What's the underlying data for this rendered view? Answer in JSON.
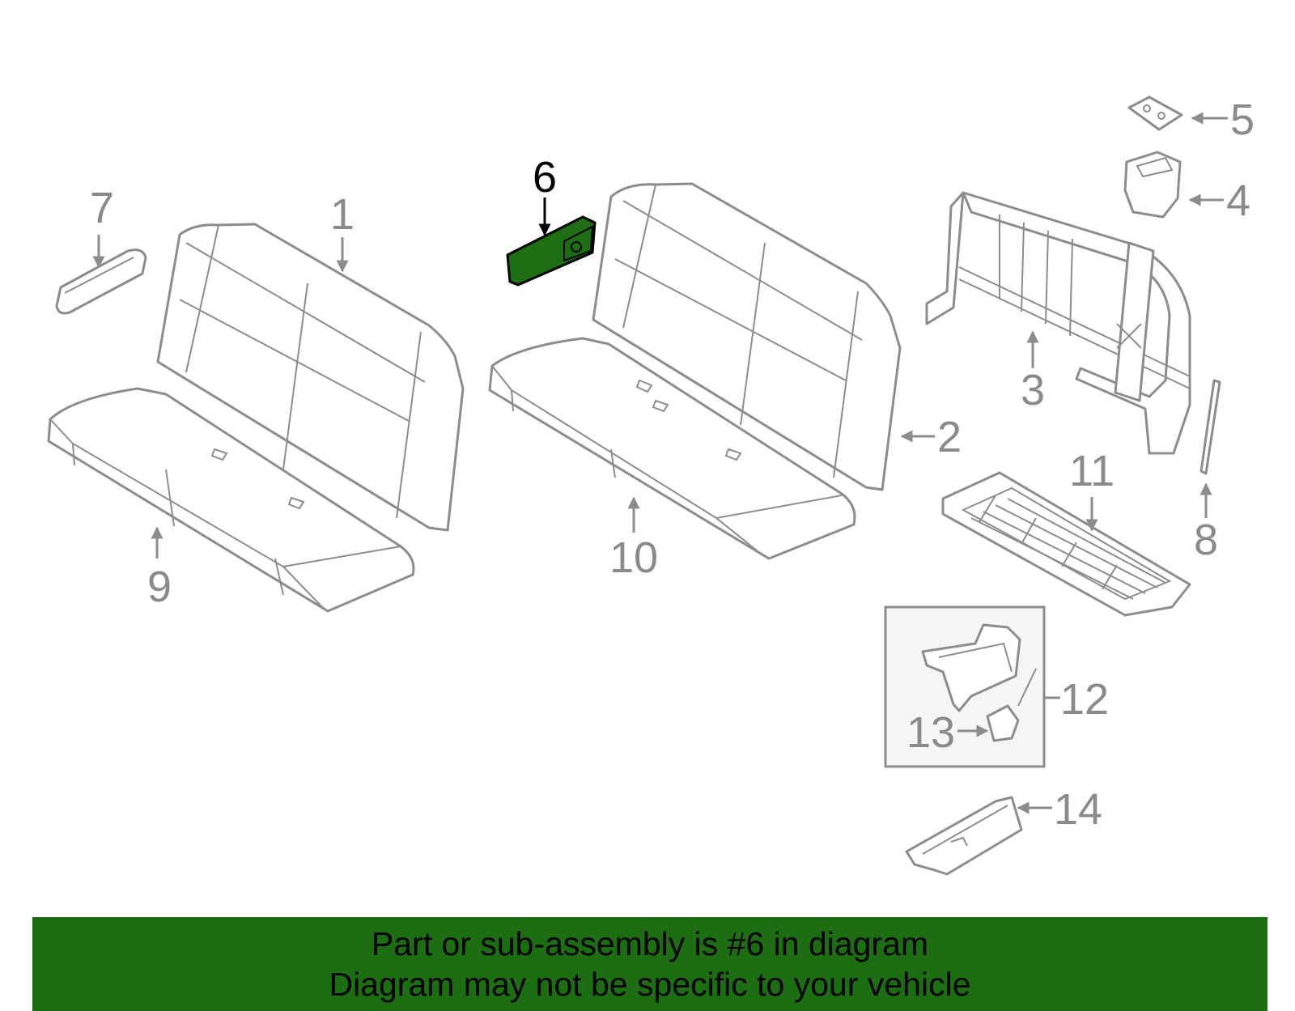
{
  "diagram": {
    "highlighted_part": "6",
    "colors": {
      "highlight": "#1e6e14",
      "line": "#8c8c8c",
      "label": "#8a8a8a",
      "banner": "#1d6e12"
    },
    "callouts": [
      {
        "id": "c1",
        "label": "1"
      },
      {
        "id": "c2",
        "label": "2"
      },
      {
        "id": "c3",
        "label": "3"
      },
      {
        "id": "c4",
        "label": "4"
      },
      {
        "id": "c5",
        "label": "5"
      },
      {
        "id": "c6",
        "label": "6"
      },
      {
        "id": "c7",
        "label": "7"
      },
      {
        "id": "c8",
        "label": "8"
      },
      {
        "id": "c9",
        "label": "9"
      },
      {
        "id": "c10",
        "label": "10"
      },
      {
        "id": "c11",
        "label": "11"
      },
      {
        "id": "c12",
        "label": "12"
      },
      {
        "id": "c13",
        "label": "13"
      },
      {
        "id": "c14",
        "label": "14"
      }
    ]
  },
  "banner": {
    "line1": "Part or sub-assembly is #6 in diagram",
    "line2": "Diagram may not be specific to your vehicle"
  }
}
